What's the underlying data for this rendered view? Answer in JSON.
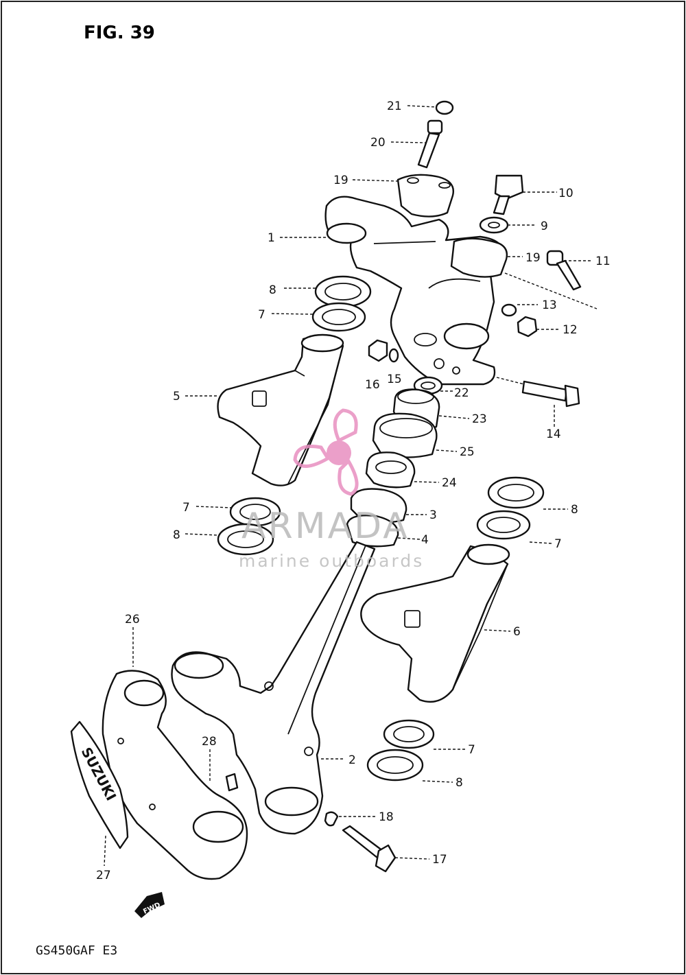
{
  "figure_title": "FIG. 39",
  "model_code": "GS450GAF  E3",
  "fwd_label": "FWD",
  "plate_text": "SUZUKI",
  "watermark": {
    "name": "ARMADA",
    "tagline": "marine outboards"
  },
  "callouts": {
    "c1": "1",
    "c2": "2",
    "c3": "3",
    "c4": "4",
    "c5": "5",
    "c6": "6",
    "c7a": "7",
    "c7b": "7",
    "c7c": "7",
    "c7d": "7",
    "c8a": "8",
    "c8b": "8",
    "c8c": "8",
    "c8d": "8",
    "c9": "9",
    "c10": "10",
    "c11": "11",
    "c12": "12",
    "c13": "13",
    "c14": "14",
    "c15": "15",
    "c16": "16",
    "c17": "17",
    "c18": "18",
    "c19a": "19",
    "c19b": "19",
    "c20": "20",
    "c21": "21",
    "c22": "22",
    "c23": "23",
    "c24": "24",
    "c25": "25",
    "c26": "26",
    "c27": "27",
    "c28": "28"
  },
  "colors": {
    "line": "#111111",
    "watermark_pink": "#e88fc0",
    "watermark_gray": "#b9b9b9"
  }
}
